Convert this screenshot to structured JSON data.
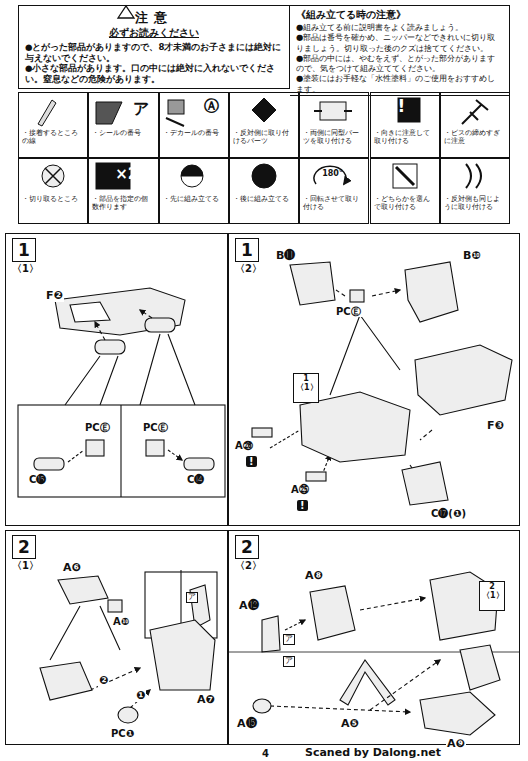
{
  "diagram": {
    "nodes": [
      {
        "text": [
          "注意",
          "必ずお読みください",
          "●とがった部品がありますので、8才未満のお子さまには絶対に与えないでください。",
          "●小さな部品があります。口の中には絶対に入れないでください。窒息などの危険があります。"
        ]
      },
      {
        "text": [
          "《組み立てる時の注意》",
          "●組み立てる前に説明書をよく読みましょう。",
          "●部品は番号を確かめ、ニッパーなどできれいに切り取りましょう。切り取った後のクズは捨ててください。",
          "●部品の中には、やむをえず、とがった部分がありますので、気をつけて組み立ててください。",
          "●塗装にはお手軽な「水性塗料」のご使用をおすすめします。"
        ]
      },
      {
        "text": [
          "・接着するところの線"
        ]
      },
      {
        "text": [
          "ア",
          "・シールの番号"
        ]
      },
      {
        "text": [
          "Ⓐ",
          "・デカールの番号"
        ]
      },
      {
        "text": [
          "・反対側に取り付けるパーツ"
        ]
      },
      {
        "text": [
          "・両側に同型パーツを取り付ける"
        ]
      },
      {
        "text": [
          "!",
          "・向きに注意して取り付ける"
        ]
      },
      {
        "text": [
          "・ビスの締めすぎに注意"
        ]
      },
      {
        "text": [
          "・切り取るところ"
        ]
      },
      {
        "text": [
          "×2",
          "・部品を指定の個数作ります"
        ]
      },
      {
        "text": [
          "・先に組み立てる"
        ]
      },
      {
        "text": [
          "・後に組み立てる"
        ]
      },
      {
        "text": [
          "180°",
          "・回転させて取り付ける"
        ]
      },
      {
        "text": [
          "・どちらかを選んで取り付ける"
        ]
      },
      {
        "text": [
          "・反対側も同じように取り付ける"
        ]
      },
      {
        "text": [
          "1",
          "〈1〉"
        ]
      },
      {
        "text": [
          "1",
          "〈2〉"
        ]
      },
      {
        "text": [
          "1",
          "〈1〉"
        ],
        "in": 17
      },
      {
        "text": [
          "2",
          "〈1〉"
        ]
      },
      {
        "text": [
          "2",
          "〈2〉"
        ]
      },
      {
        "text": [
          "2",
          "〈1〉"
        ],
        "in": 20
      }
    ],
    "labels": [
      "F❷",
      "C⓯",
      "PCⒺ",
      "PCⒺ",
      "C⓮",
      "B⓫",
      "B❿",
      "PCⒺ",
      "F❸",
      "A㉖",
      "!",
      "A㉕",
      "!",
      "C⓱(❶)",
      "A❻",
      "A❿",
      "ア",
      "A❼",
      "❷",
      "❶",
      "PC❶",
      "A⓬",
      "ア",
      "ア",
      "A❽",
      "A❺",
      "A⓯",
      "A❾",
      "4",
      "Scaned by Dalong.net"
    ]
  }
}
